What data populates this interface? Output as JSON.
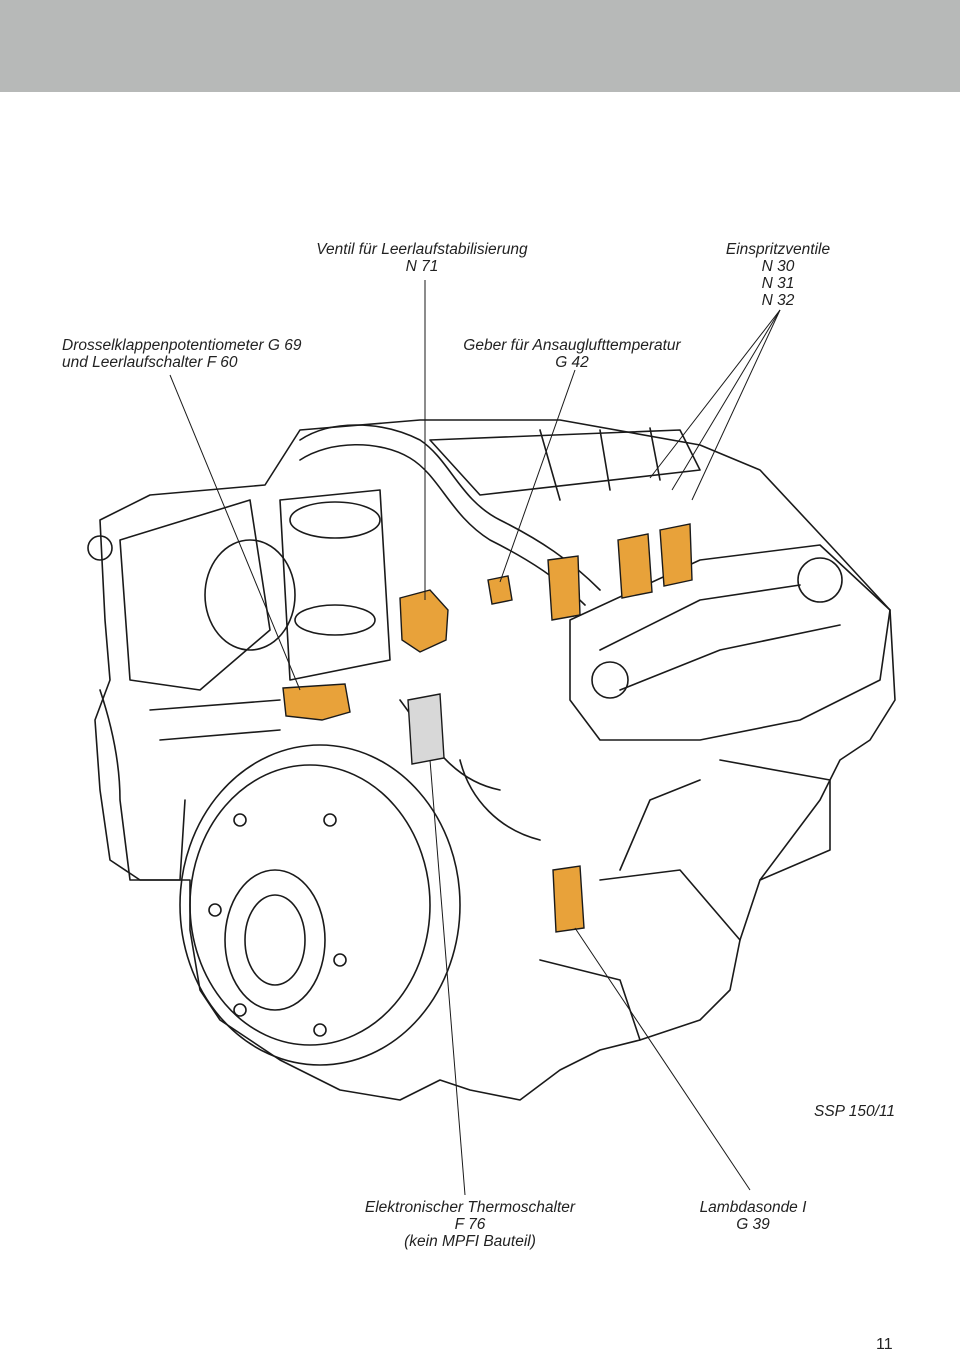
{
  "labels": {
    "idle_valve": {
      "name": "Ventil für Leerlaufstabilisierung",
      "code": "N 71"
    },
    "injectors": {
      "name": "Einspritzventile",
      "codes": [
        "N 30",
        "N 31",
        "N 32"
      ]
    },
    "throttle_pot": {
      "line1": "Drosselklappenpotentiometer G 69",
      "line2": "und Leerlaufschalter F 60"
    },
    "air_temp": {
      "name": "Geber für Ansauglufttemperatur",
      "code": "G 42"
    },
    "thermo_switch": {
      "name": "Elektronischer Thermoschalter",
      "code": "F 76",
      "note": "(kein MPFI Bauteil)"
    },
    "lambda": {
      "name": "Lambdasonde I",
      "code": "G 39"
    }
  },
  "figure_code": "SSP 150/11",
  "page_number": "11",
  "colors": {
    "highlight": "#e8a23a",
    "line": "#1a1a1a",
    "header_band": "#b7b9b8"
  }
}
